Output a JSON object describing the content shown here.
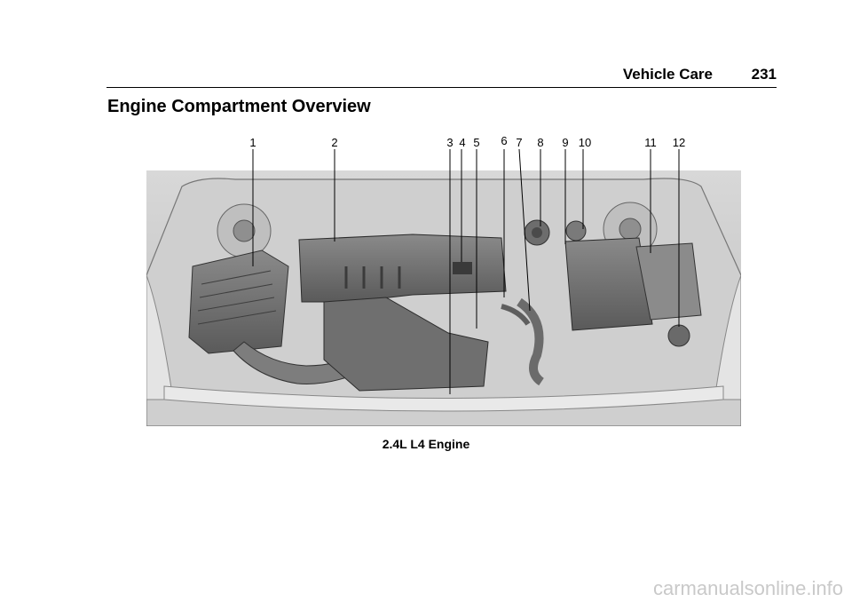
{
  "header": {
    "section": "Vehicle Care",
    "page": "231"
  },
  "title": "Engine Compartment Overview",
  "figure": {
    "callouts": [
      "1",
      "2",
      "3",
      "4",
      "5",
      "6",
      "7",
      "8",
      "9",
      "10",
      "11",
      "12"
    ],
    "caption": "2.4L L4 Engine"
  },
  "watermark": "carmanualsonline.info"
}
